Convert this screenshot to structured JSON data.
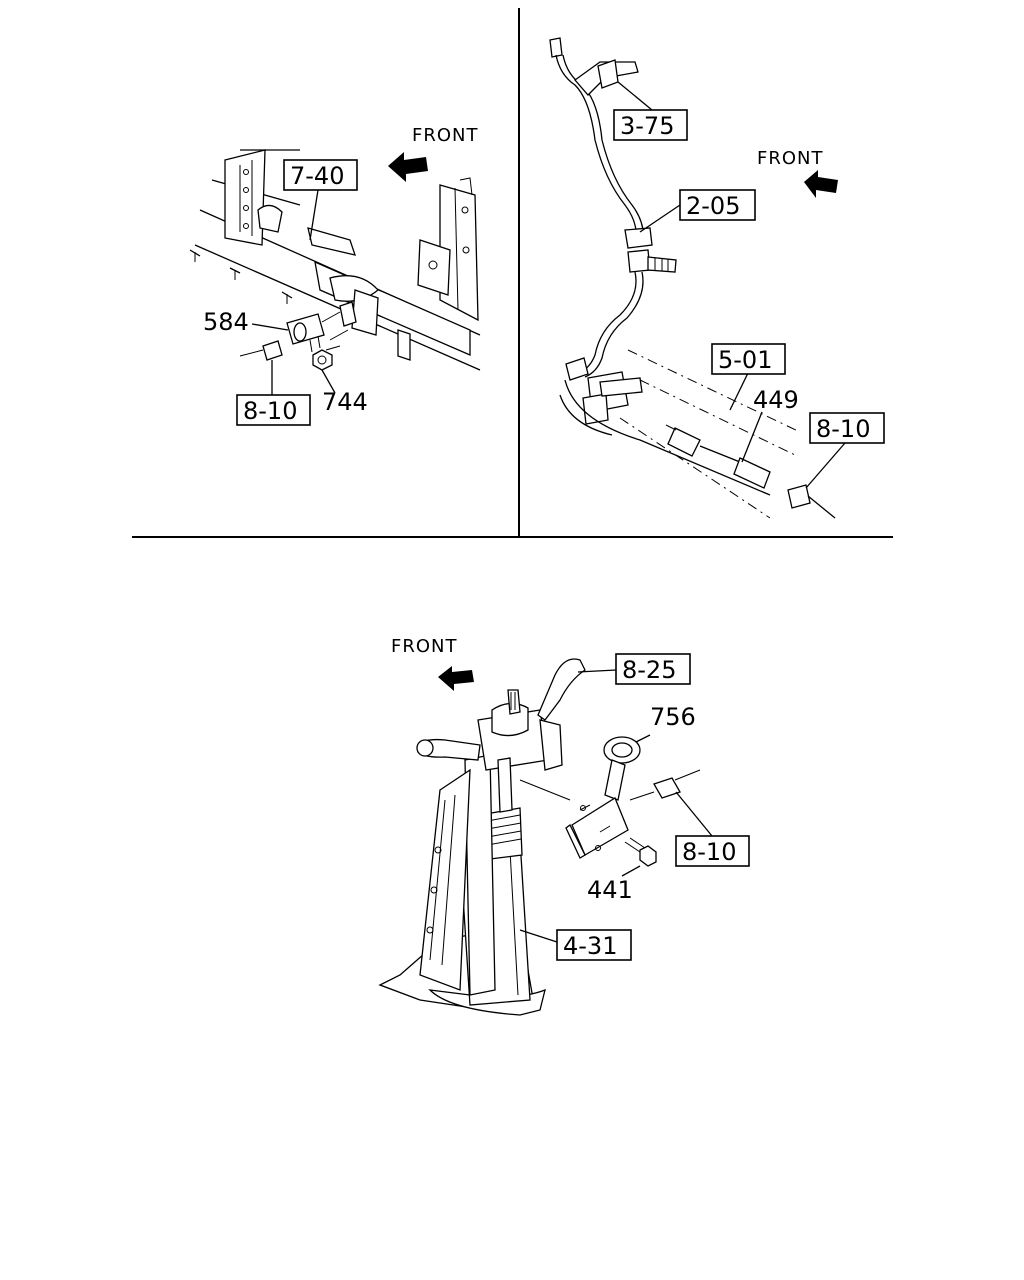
{
  "panels": {
    "top_left": {
      "front_label": "FRONT",
      "refs": [
        "7-40",
        "8-10"
      ],
      "parts": [
        "584",
        "744"
      ]
    },
    "top_right": {
      "front_label": "FRONT",
      "refs": [
        "3-75",
        "2-05",
        "5-01",
        "8-10"
      ],
      "parts": [
        "449"
      ]
    },
    "bottom": {
      "front_label": "FRONT",
      "refs": [
        "8-25",
        "8-10",
        "4-31"
      ],
      "parts": [
        "756",
        "441"
      ]
    }
  }
}
